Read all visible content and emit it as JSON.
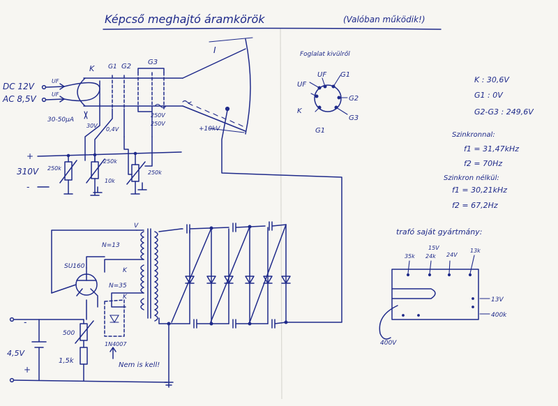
{
  "title": {
    "main": "Képcső meghajtó áramkörök",
    "note": "(Valóban működik!)"
  },
  "tube": {
    "pins_title": "Foglalat kivülről",
    "pins": [
      "UF",
      "G1",
      "G2",
      "G3",
      "UF",
      "K",
      "G1"
    ],
    "screen_mark": "I",
    "anode_label": "+10kV",
    "electrodes": [
      "K",
      "G1",
      "G2",
      "G3"
    ]
  },
  "supply": {
    "dc": "DC 12V",
    "ac": "AC 8,5V",
    "uf1": "UF",
    "uf2": "UF",
    "current": "30-50µA",
    "plus": "+",
    "minus": "-",
    "voltage": "310V"
  },
  "electrode_volts": {
    "k": "30V",
    "g1": "0,4V",
    "g2": "250V",
    "g3": "250V"
  },
  "resistors": {
    "r1": "250k",
    "r2": "250k",
    "r3": "10k",
    "r4": "250k"
  },
  "readings": {
    "k": "K : 30,6V",
    "g1": "G1 : 0V",
    "g2g3": "G2-G3 : 249,6V"
  },
  "sync_with": {
    "title": "Szinkronnal:",
    "f1": "f1 = 31,47kHz",
    "f2": "f2 = 70Hz"
  },
  "sync_without": {
    "title": "Szinkron nélkül:",
    "f1": "f1 = 30,21kHz",
    "f2": "f2 = 67,2Hz"
  },
  "transformer": {
    "title": "trafó saját gyártmány:",
    "top_pins": [
      "35k",
      "15V",
      "24k",
      "24V",
      "13k"
    ],
    "right_pins": [
      "13V",
      "400k"
    ],
    "bottom_pin": "400V"
  },
  "driver": {
    "transistor": "SU160",
    "n1": "N=13",
    "n2": "N=35",
    "k_top": "K",
    "k_bottom": "K",
    "r500": "500",
    "r15k": "1,5k",
    "diode": "1N4007",
    "vbat": "4,5V",
    "minus": "-",
    "plus": "+",
    "note": "Nem is kell!",
    "tap": "V"
  }
}
